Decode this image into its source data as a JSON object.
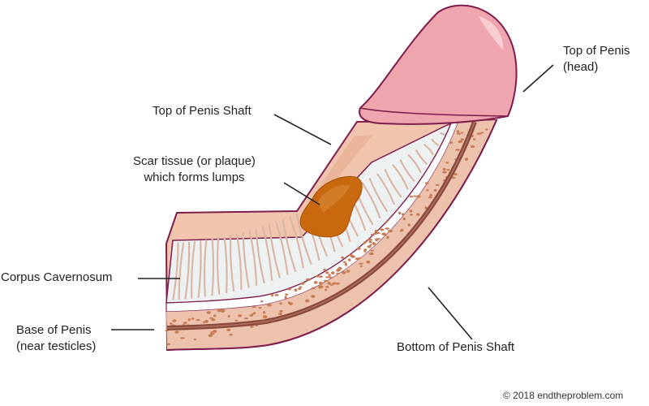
{
  "labels": {
    "top_head": [
      "Top of Penis",
      "(head)"
    ],
    "top_shaft": "Top of Penis Shaft",
    "scar": [
      "Scar tissue (or plaque)",
      "which forms lumps"
    ],
    "corpus": "Corpus Cavernosum",
    "base": [
      "Base of Penis",
      "(near testicles)"
    ],
    "bottom_shaft": "Bottom of Penis Shaft"
  },
  "copyright": "© 2018 endtheproblem.com",
  "colors": {
    "skin": "#f1c5ad",
    "skin_dark": "#e3a888",
    "head": "#eea5ad",
    "head_light": "#f7cdd2",
    "outline": "#7e1d4e",
    "plaque": "#c8680f",
    "plaque_dark": "#a65008",
    "tissue_bg": "#eef1f1",
    "spongy": "#ecc2ad",
    "spots": "#c87c54",
    "vessel": "#8a4a3c",
    "leader": "#222222"
  }
}
